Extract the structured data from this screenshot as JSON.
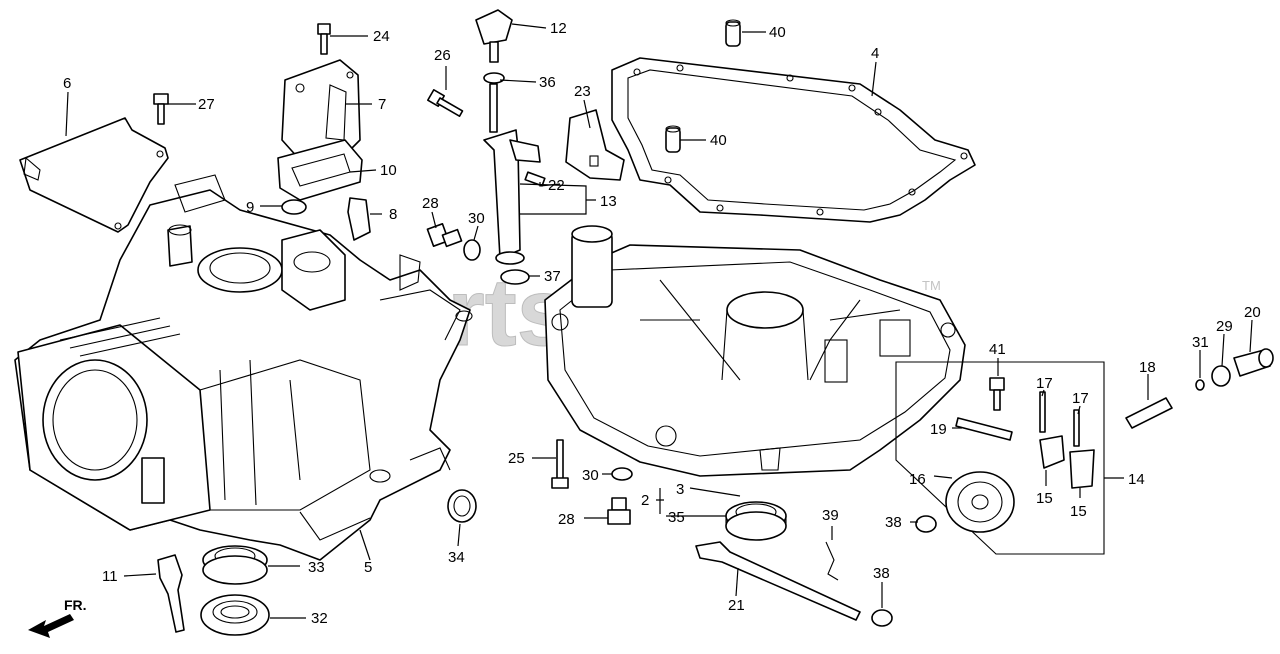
{
  "watermark": {
    "text": "PartsTree",
    "trademark": "TM"
  },
  "direction_label": "FR.",
  "callouts": [
    {
      "id": "24",
      "text": "24"
    },
    {
      "id": "12",
      "text": "12"
    },
    {
      "id": "40a",
      "text": "40"
    },
    {
      "id": "26",
      "text": "26"
    },
    {
      "id": "36",
      "text": "36"
    },
    {
      "id": "6",
      "text": "6"
    },
    {
      "id": "27",
      "text": "27"
    },
    {
      "id": "7",
      "text": "7"
    },
    {
      "id": "4",
      "text": "4"
    },
    {
      "id": "23",
      "text": "23"
    },
    {
      "id": "40b",
      "text": "40"
    },
    {
      "id": "10",
      "text": "10"
    },
    {
      "id": "22",
      "text": "22"
    },
    {
      "id": "9",
      "text": "9"
    },
    {
      "id": "28a",
      "text": "28"
    },
    {
      "id": "30a",
      "text": "30"
    },
    {
      "id": "8",
      "text": "8"
    },
    {
      "id": "13",
      "text": "13"
    },
    {
      "id": "37",
      "text": "37"
    },
    {
      "id": "20",
      "text": "20"
    },
    {
      "id": "29",
      "text": "29"
    },
    {
      "id": "31",
      "text": "31"
    },
    {
      "id": "41",
      "text": "41"
    },
    {
      "id": "18",
      "text": "18"
    },
    {
      "id": "17a",
      "text": "17"
    },
    {
      "id": "17b",
      "text": "17"
    },
    {
      "id": "19",
      "text": "19"
    },
    {
      "id": "25",
      "text": "25"
    },
    {
      "id": "30b",
      "text": "30"
    },
    {
      "id": "3",
      "text": "3"
    },
    {
      "id": "2",
      "text": "2"
    },
    {
      "id": "16",
      "text": "16"
    },
    {
      "id": "14",
      "text": "14"
    },
    {
      "id": "15a",
      "text": "15"
    },
    {
      "id": "15b",
      "text": "15"
    },
    {
      "id": "28b",
      "text": "28"
    },
    {
      "id": "35",
      "text": "35"
    },
    {
      "id": "39",
      "text": "39"
    },
    {
      "id": "38a",
      "text": "38"
    },
    {
      "id": "34",
      "text": "34"
    },
    {
      "id": "33",
      "text": "33"
    },
    {
      "id": "5",
      "text": "5"
    },
    {
      "id": "11",
      "text": "11"
    },
    {
      "id": "21",
      "text": "21"
    },
    {
      "id": "38b",
      "text": "38"
    },
    {
      "id": "32",
      "text": "32"
    }
  ]
}
